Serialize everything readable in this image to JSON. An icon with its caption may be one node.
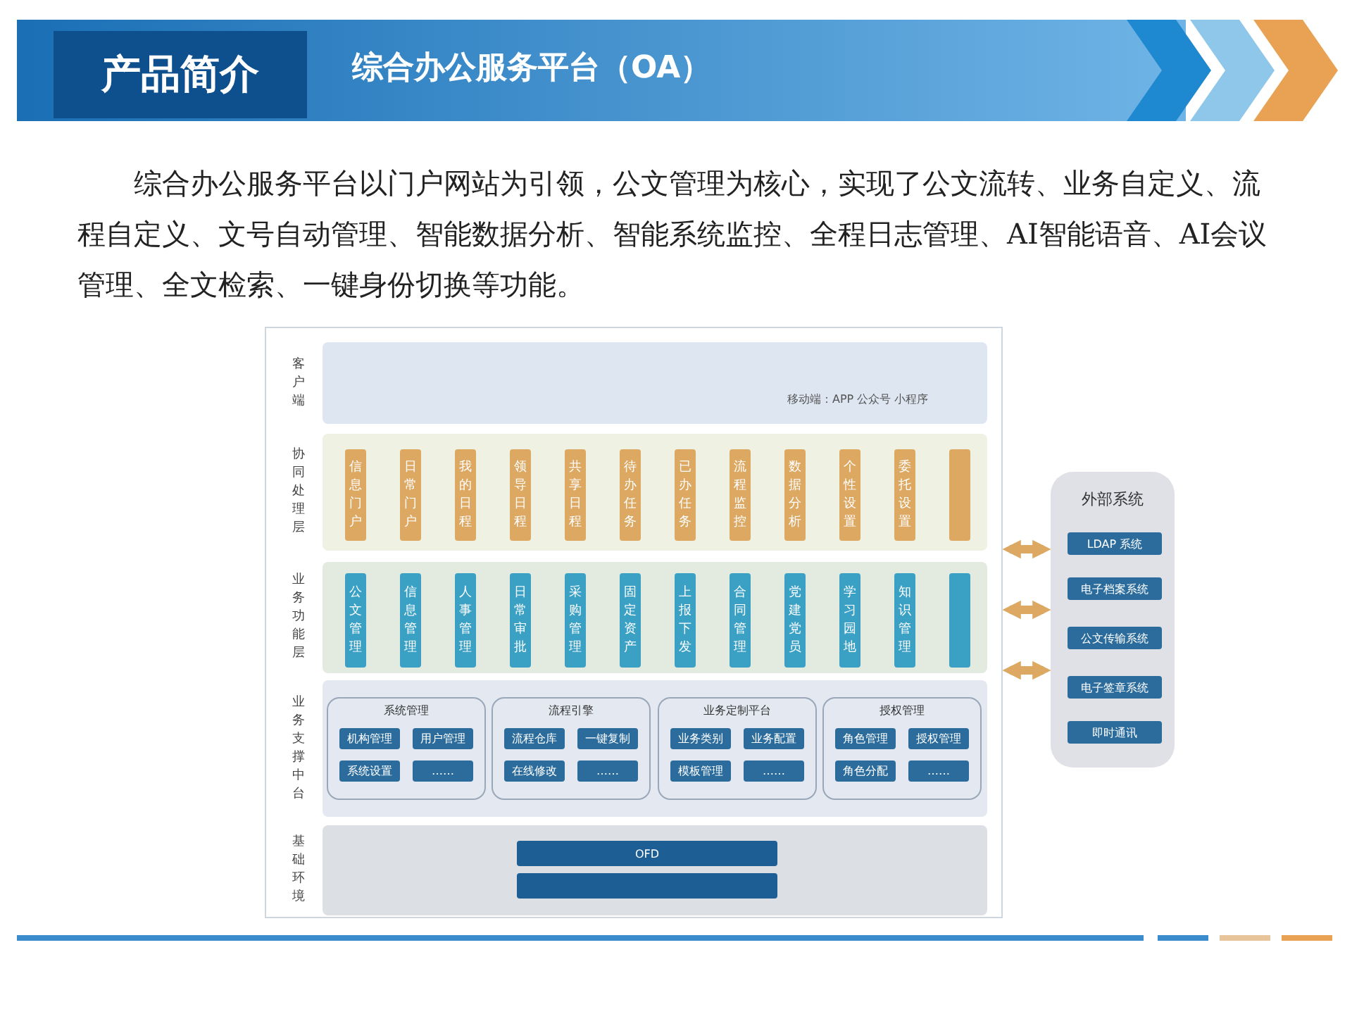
{
  "diagram": {
    "title": "综合办公服务平台（OA）",
    "nodes": [
      {
        "text": [],
        "shape": "box"
      },
      {
        "text": [
          "客户端",
          "移动端：APP 公众号 小程序"
        ],
        "in": 0
      },
      {
        "text": [
          "协同处理层"
        ],
        "in": 0
      },
      {
        "text": [
          "信息门户"
        ],
        "in": 2
      },
      {
        "text": [
          "日常门户"
        ],
        "in": 2
      },
      {
        "text": [
          "我的日程"
        ],
        "in": 2
      },
      {
        "text": [
          "领导日程"
        ],
        "in": 2
      },
      {
        "text": [
          "共享日程"
        ],
        "in": 2
      },
      {
        "text": [
          "待办任务"
        ],
        "in": 2
      },
      {
        "text": [
          "已办任务"
        ],
        "in": 2
      },
      {
        "text": [
          "流程监控"
        ],
        "in": 2
      },
      {
        "text": [
          "数据分析"
        ],
        "in": 2
      },
      {
        "text": [
          "个性设置"
        ],
        "in": 2
      },
      {
        "text": [
          "委托设置"
        ],
        "in": 2
      },
      {
        "text": [],
        "shape": "bar",
        "in": 2
      },
      {
        "text": [
          "业务功能层"
        ],
        "in": 0
      },
      {
        "text": [
          "公文管理"
        ],
        "in": 15
      },
      {
        "text": [
          "信息管理"
        ],
        "in": 15
      },
      {
        "text": [
          "人事管理"
        ],
        "in": 15
      },
      {
        "text": [
          "日常审批"
        ],
        "in": 15
      },
      {
        "text": [
          "采购管理"
        ],
        "in": 15
      },
      {
        "text": [
          "固定资产"
        ],
        "in": 15
      },
      {
        "text": [
          "上报下发"
        ],
        "in": 15
      },
      {
        "text": [
          "合同管理"
        ],
        "in": 15
      },
      {
        "text": [
          "党建党员"
        ],
        "in": 15
      },
      {
        "text": [
          "学习园地"
        ],
        "in": 15
      },
      {
        "text": [
          "知识管理"
        ],
        "in": 15
      },
      {
        "text": [],
        "shape": "bar",
        "in": 15
      },
      {
        "text": [
          "业务支撑中台"
        ],
        "in": 0
      },
      {
        "text": [
          "系统管理"
        ],
        "in": 28
      },
      {
        "text": [
          "机构管理"
        ],
        "in": 29
      },
      {
        "text": [
          "用户管理"
        ],
        "in": 29
      },
      {
        "text": [
          "系统设置"
        ],
        "in": 29
      },
      {
        "text": [
          "……"
        ],
        "in": 29
      },
      {
        "text": [
          "流程引擎"
        ],
        "in": 28
      },
      {
        "text": [
          "流程仓库"
        ],
        "in": 34
      },
      {
        "text": [
          "一键复制"
        ],
        "in": 34
      },
      {
        "text": [
          "在线修改"
        ],
        "in": 34
      },
      {
        "text": [
          "……"
        ],
        "in": 34
      },
      {
        "text": [
          "业务定制平台"
        ],
        "in": 28
      },
      {
        "text": [
          "业务类别"
        ],
        "in": 39
      },
      {
        "text": [
          "业务配置"
        ],
        "in": 39
      },
      {
        "text": [
          "模板管理"
        ],
        "in": 39
      },
      {
        "text": [
          "……"
        ],
        "in": 39
      },
      {
        "text": [
          "授权管理"
        ],
        "in": 28
      },
      {
        "text": [
          "角色管理"
        ],
        "in": 44
      },
      {
        "text": [
          "授权管理"
        ],
        "in": 44
      },
      {
        "text": [
          "角色分配"
        ],
        "in": 44
      },
      {
        "text": [
          "……"
        ],
        "in": 44
      },
      {
        "text": [
          "基础环境"
        ],
        "in": 0
      },
      {
        "text": [
          "OFD"
        ],
        "in": 49
      },
      {
        "text": [],
        "shape": "bar",
        "in": 49
      },
      {
        "text": [
          "外部系统"
        ]
      },
      {
        "text": [
          "LDAP 系统"
        ],
        "in": 52
      },
      {
        "text": [
          "电子档案系统"
        ],
        "in": 52
      },
      {
        "text": [
          "公文传输系统"
        ],
        "in": 52
      },
      {
        "text": [
          "电子签章系统"
        ],
        "in": 52
      },
      {
        "text": [
          "即时通讯"
        ],
        "in": 52
      }
    ],
    "edges": [
      {
        "from": 0,
        "to": 52,
        "arrow": "both"
      },
      {
        "from": 0,
        "to": 52,
        "arrow": "both"
      },
      {
        "from": 0,
        "to": 52,
        "arrow": "both"
      }
    ],
    "labels": [
      "产品简介",
      "综合办公服务平台以门户网站为引领，公文管理为核心，实现了公文流转、业务自定义、流程自定义、文号自动管理、智能数据分析、智能系统监控、全程日志管理、AI智能语音、AI会议管理、全文检索、一键身份切换等功能。"
    ]
  }
}
